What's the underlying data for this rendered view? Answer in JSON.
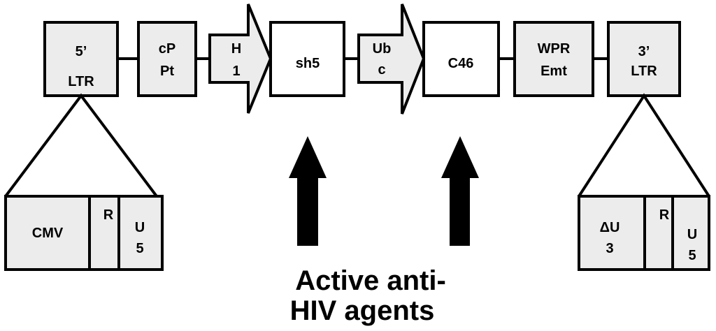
{
  "backbone": {
    "ltr5": {
      "line1": "5’",
      "line2": "LTR"
    },
    "cppt": {
      "line1": "cP",
      "line2": "Pt"
    },
    "h1": {
      "line1": "H",
      "line2": "1"
    },
    "sh5": {
      "label": "sh5"
    },
    "ubc": {
      "line1": "Ub",
      "line2": "c"
    },
    "c46": {
      "label": "C46"
    },
    "wpre": {
      "line1": "WPR",
      "line2": "Emt"
    },
    "ltr3": {
      "line1": "3’",
      "line2": "LTR"
    }
  },
  "ltr5_detail": {
    "cmv": "CMV",
    "r": "R",
    "u5_line1": "U",
    "u5_line2": "5"
  },
  "ltr3_detail": {
    "du3_line1": "ΔU",
    "du3_line2": "3",
    "r": "R",
    "u5_line1": "U",
    "u5_line2": "5"
  },
  "caption": {
    "line1": "Active anti-",
    "line2": "HIV agents"
  }
}
